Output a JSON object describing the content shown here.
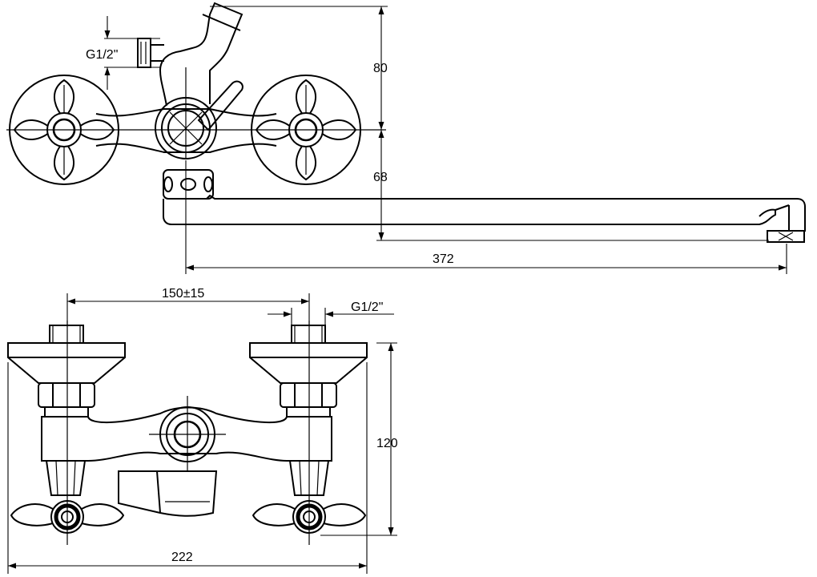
{
  "dimensions": {
    "thread_top": "G1/2\"",
    "height_80": "80",
    "height_68": "68",
    "spout_length": "372",
    "center_distance": "150±15",
    "thread_front": "G1/2\"",
    "height_120": "120",
    "width_222": "222"
  },
  "colors": {
    "line": "#000000",
    "background": "#ffffff"
  }
}
